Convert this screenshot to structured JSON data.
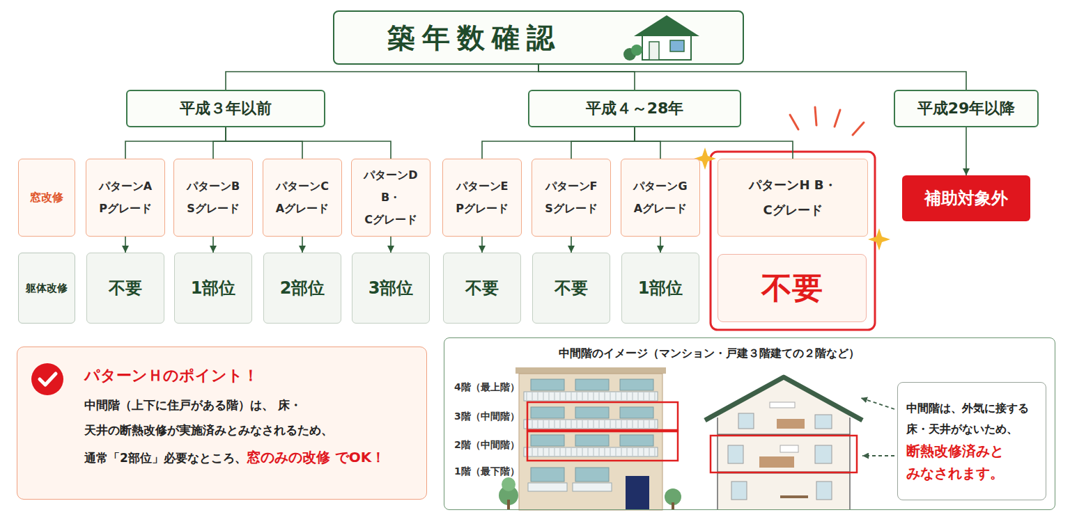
{
  "diagram": {
    "nodes": [
      {
        "text": [
          "築年数確認"
        ]
      },
      {
        "text": [
          "平成３年以前"
        ]
      },
      {
        "text": [
          "平成４～28年"
        ]
      },
      {
        "text": [
          "平成29年以降"
        ]
      },
      {
        "text": [
          "窓改修"
        ]
      },
      {
        "text": [
          "パターンA Pグレード"
        ]
      },
      {
        "text": [
          "パターンB Sグレード"
        ]
      },
      {
        "text": [
          "パターンC Aグレード"
        ]
      },
      {
        "text": [
          "パターンD B・Cグレード"
        ]
      },
      {
        "text": [
          "パターンE Pグレード"
        ]
      },
      {
        "text": [
          "パターンF Sグレード"
        ]
      },
      {
        "text": [
          "パターンG Aグレード"
        ]
      },
      {
        "text": [
          "パターンH B・Cグレード"
        ]
      },
      {
        "text": [
          "補助対象外"
        ]
      },
      {
        "text": [
          "躯体改修"
        ]
      },
      {
        "text": [
          "不要"
        ]
      },
      {
        "text": [
          "1部位"
        ]
      },
      {
        "text": [
          "2部位"
        ]
      },
      {
        "text": [
          "3部位"
        ]
      },
      {
        "text": [
          "不要"
        ]
      },
      {
        "text": [
          "不要"
        ]
      },
      {
        "text": [
          "1部位"
        ]
      },
      {
        "text": [
          "不要"
        ]
      },
      {
        "text": [
          "パターンＨのポイント！",
          "中間階（上下に住戸がある階）は、 床・天井の断熱改修が実施済みとみなされるため、",
          "通常「2部位」必要なところ、",
          "窓のみの改修 でOK！"
        ]
      },
      {
        "text": [
          "中間階のイメージ（マンション・戸建３階建ての２階など）"
        ]
      },
      {
        "text": [
          "中間階は、外気に接する 床・天井がないため、",
          "断熱改修済みと みなされます。"
        ],
        "in": 24
      }
    ],
    "edges": [
      {
        "from": 0,
        "to": 1,
        "arrow": "none"
      },
      {
        "from": 0,
        "to": 2,
        "arrow": "none"
      },
      {
        "from": 0,
        "to": 3,
        "arrow": "none"
      },
      {
        "from": 1,
        "to": 5,
        "arrow": "none"
      },
      {
        "from": 1,
        "to": 6,
        "arrow": "none"
      },
      {
        "from": 1,
        "to": 7,
        "arrow": "none"
      },
      {
        "from": 1,
        "to": 8,
        "arrow": "none"
      },
      {
        "from": 2,
        "to": 9,
        "arrow": "none"
      },
      {
        "from": 2,
        "to": 10,
        "arrow": "none"
      },
      {
        "from": 2,
        "to": 11,
        "arrow": "none"
      },
      {
        "from": 2,
        "to": 12,
        "arrow": "none"
      },
      {
        "from": 3,
        "to": 13,
        "arrow": "to"
      },
      {
        "from": 5,
        "to": 15,
        "arrow": "to"
      },
      {
        "from": 6,
        "to": 16,
        "arrow": "to"
      },
      {
        "from": 7,
        "to": 17,
        "arrow": "to"
      },
      {
        "from": 8,
        "to": 18,
        "arrow": "to"
      },
      {
        "from": 9,
        "to": 19,
        "arrow": "to"
      },
      {
        "from": 10,
        "to": 20,
        "arrow": "to"
      },
      {
        "from": 11,
        "to": 21,
        "arrow": "to"
      }
    ],
    "labels": [
      "4階（最上階）",
      "3階（中間階）",
      "2階（中間階）",
      "1階（最下階）"
    ]
  }
}
